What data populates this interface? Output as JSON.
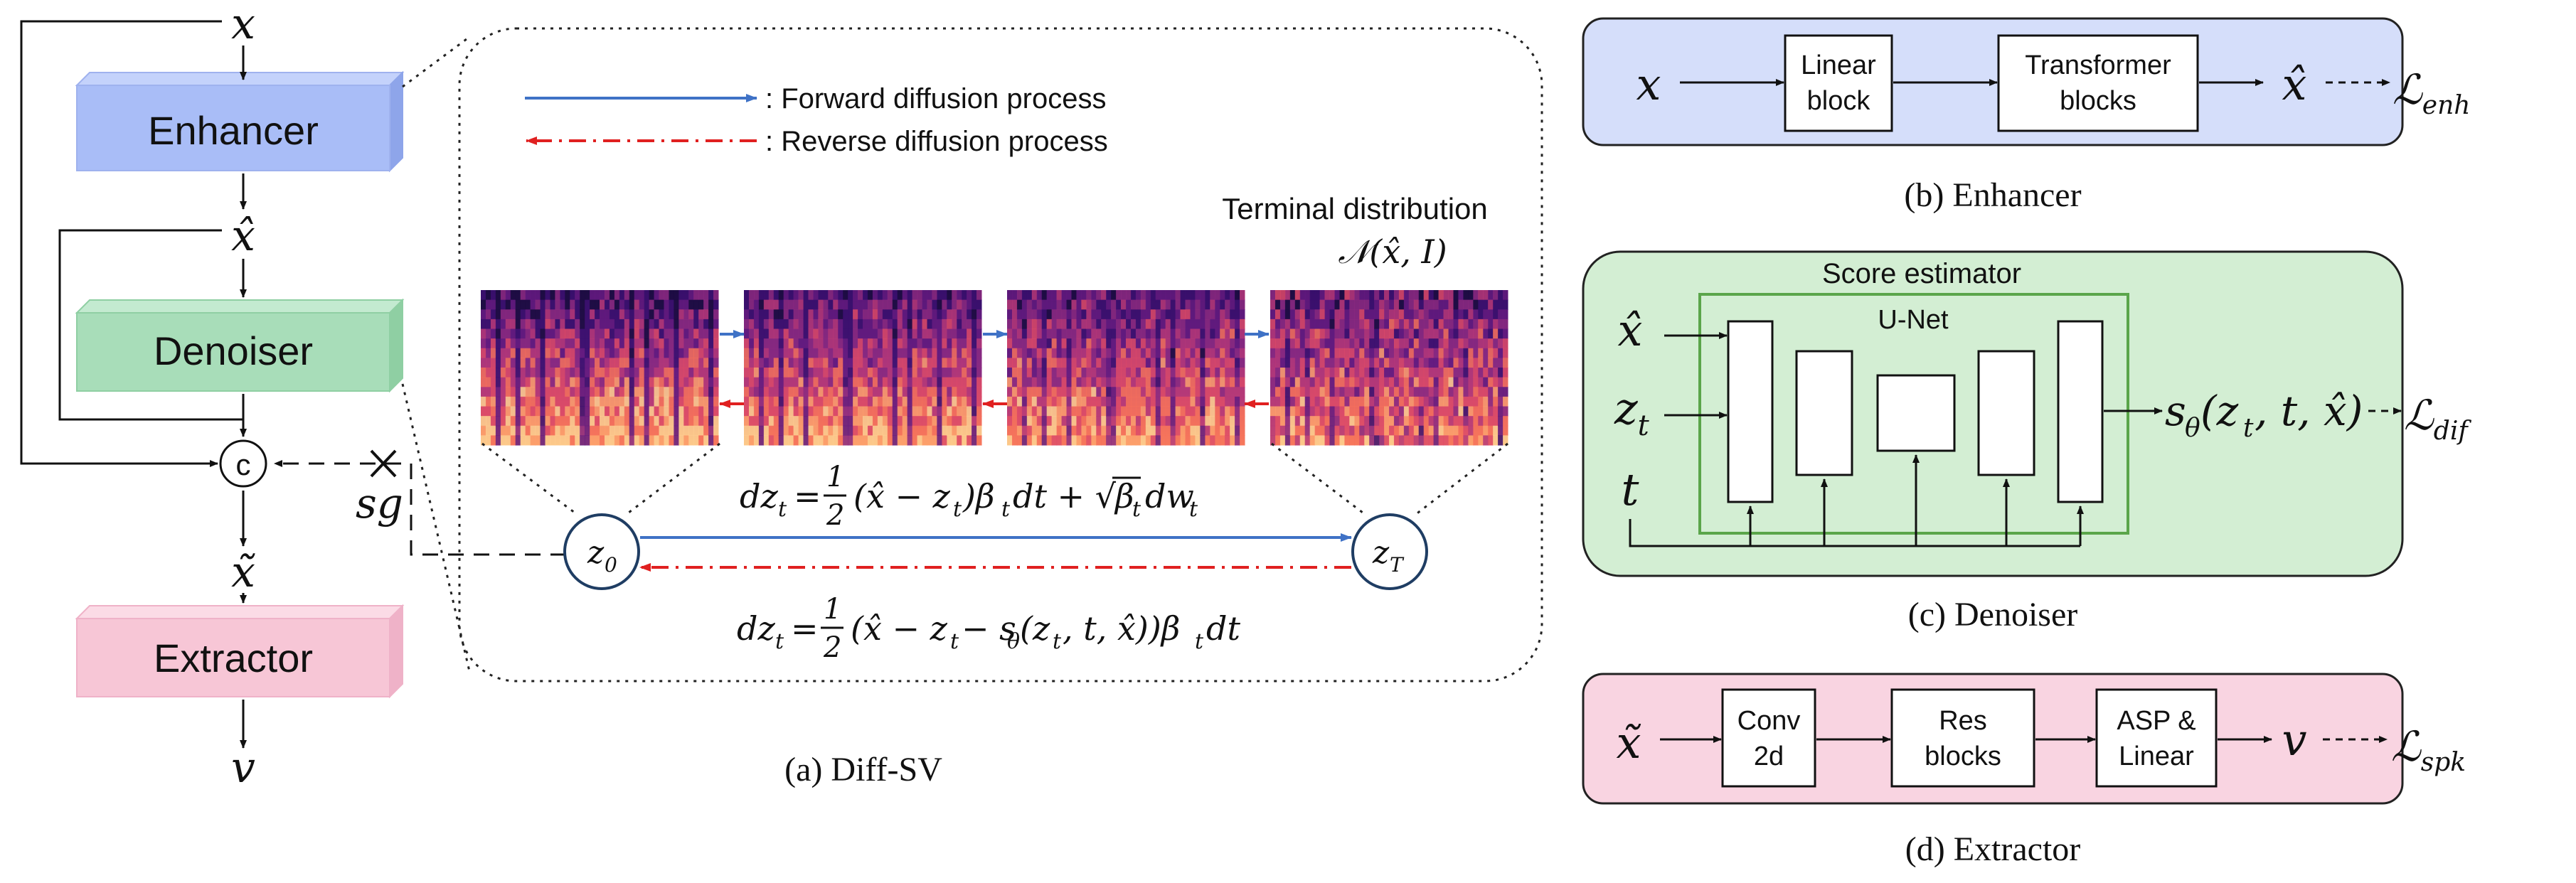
{
  "panel_a": {
    "var_x": "x",
    "var_xhat": "x̂",
    "var_xtilde": "x̃",
    "var_v": "v",
    "enhancer": "Enhancer",
    "denoiser": "Denoiser",
    "extractor": "Extractor",
    "concat": "c",
    "sg": "sg",
    "legend_forward": ": Forward diffusion process",
    "legend_reverse": ": Reverse diffusion process",
    "terminal_title": "Terminal distribution",
    "terminal_dist": "𝒩(x̂, I)",
    "z0": "z₀",
    "zT": "z_T",
    "eq_forward": "dz_t = ½(x̂ − z_t)β_t dt + √β_t dw_t",
    "eq_reverse": "dz_t = ½(x̂ − z_t − s_θ(z_t, t, x̂))β_t dt",
    "caption": "(a) Diff-SV"
  },
  "panel_b": {
    "input": "x",
    "block1": [
      "Linear",
      "block"
    ],
    "block2": [
      "Transformer",
      "blocks"
    ],
    "output": "x̂",
    "loss": "ℒ",
    "loss_sub": "enh",
    "caption": "(b) Enhancer"
  },
  "panel_c": {
    "score_estimator": "Score estimator",
    "unet": "U-Net",
    "in1": "x̂",
    "in2": "z",
    "in2_sub": "t",
    "in3": "t",
    "output": "s_θ(z_t, t, x̂)",
    "loss": "ℒ",
    "loss_sub": "dif",
    "caption": "(c) Denoiser"
  },
  "panel_d": {
    "input": "x̃",
    "block1": [
      "Conv",
      "2d"
    ],
    "block2": [
      "Res",
      "blocks"
    ],
    "block3": [
      "ASP &",
      "Linear"
    ],
    "output": "v",
    "loss": "ℒ",
    "loss_sub": "spk",
    "caption": "(d) Extractor"
  },
  "colors": {
    "enhancer": "#a9bdf7",
    "denoiser": "#a8ddb9",
    "extractor": "#f7c6d6",
    "panel_b_bg": "#d5defa",
    "panel_c_bg": "#d3eed3",
    "panel_d_bg": "#f9d4e1",
    "forward": "#3f72c6",
    "reverse": "#e02020",
    "unet_border": "#5aa54a"
  }
}
